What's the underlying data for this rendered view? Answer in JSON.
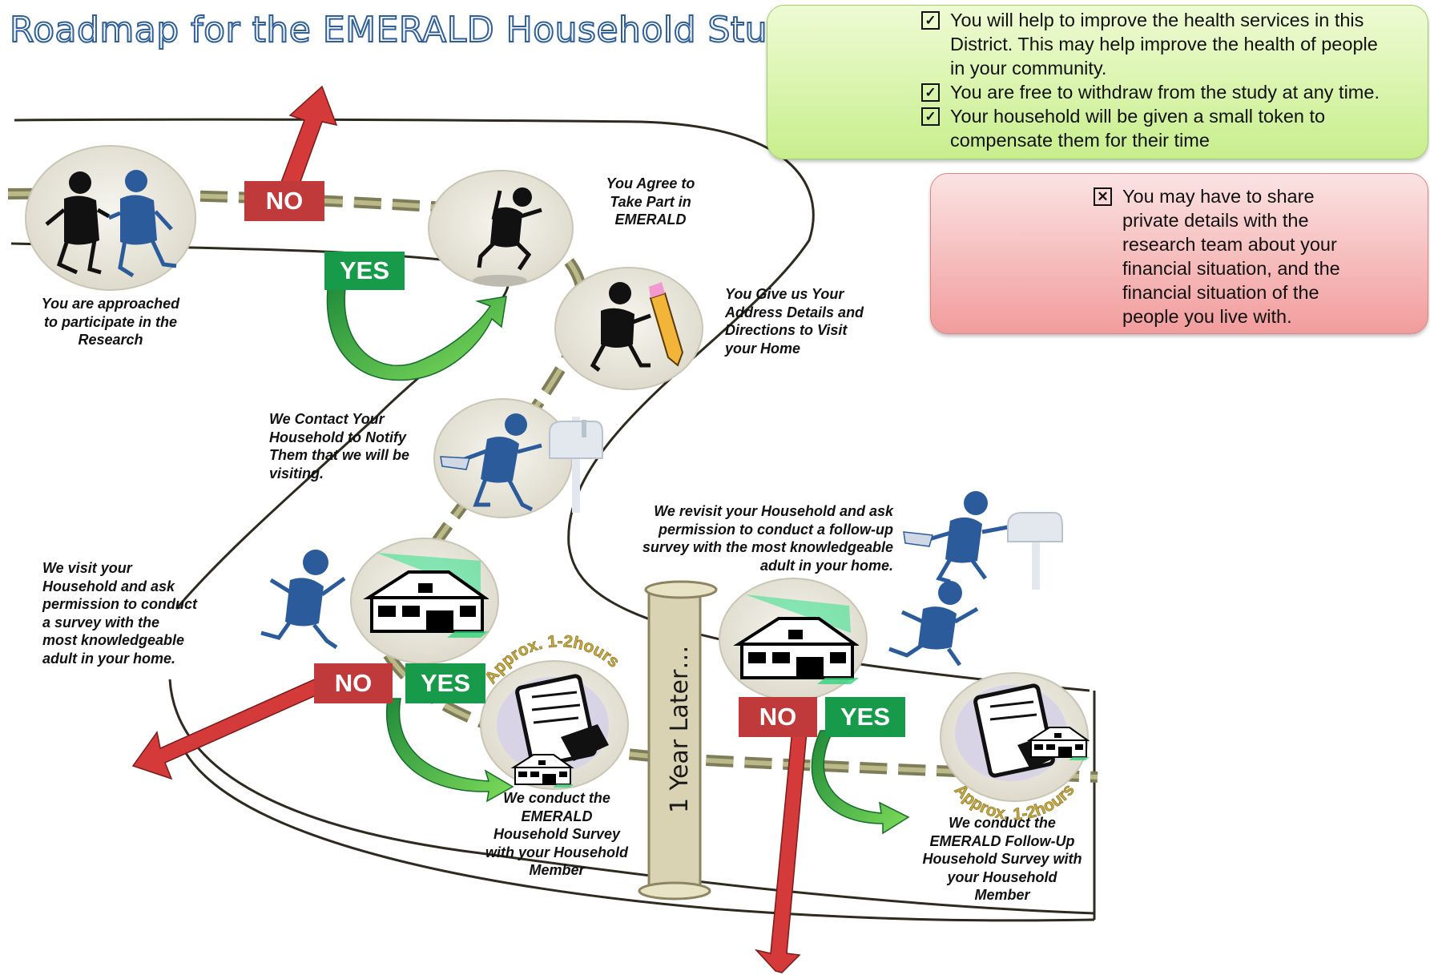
{
  "title": "Roadmap for the EMERALD Household Study",
  "benefits": [
    [
      "You will help to improve the health services in this",
      "District. This may help improve the health of people",
      "in your community."
    ],
    [
      "You are free to withdraw from the study at any time."
    ],
    [
      "Your household will be given a small token to",
      "compensate them for their time"
    ]
  ],
  "risks": [
    [
      "You may have to share",
      "private details with the",
      "research team about your",
      "financial situation, and the",
      "financial situation of the",
      "people you live with."
    ]
  ],
  "steps": {
    "approached": [
      "You are approached",
      "to participate in the",
      "Research"
    ],
    "agree": [
      "You Agree to",
      "Take Part in",
      "EMERALD"
    ],
    "address": [
      "You Give us Your",
      "Address Details and",
      "Directions to Visit",
      "your Home"
    ],
    "contact": [
      "We Contact Your",
      "Household  to Notify",
      "Them that we will be",
      "visiting."
    ],
    "visit": [
      "We visit your",
      "Household and  ask",
      "permission to conduct",
      "a  survey with the",
      "most knowledgeable",
      "adult in your home."
    ],
    "conduct": [
      "We conduct the",
      "EMERALD",
      "Household Survey",
      "with your Household",
      "Member"
    ],
    "revisit": [
      "We revisit your Household and  ask",
      "permission to conduct a follow-up",
      "survey  with the most knowledgeable",
      "adult in your home."
    ],
    "followup": [
      "We conduct the",
      "EMERALD Follow-Up",
      "Household Survey with",
      "your Household",
      "Member"
    ]
  },
  "labels": {
    "no": "NO",
    "yes": "YES",
    "approx": "Approx. 1-2hours",
    "year_later": "1 Year Later…"
  },
  "colors": {
    "title_outline": "#2f5f9a",
    "no_red": "#c0393b",
    "yes_green": "#179a4a",
    "arrow_red": "#d43a3a",
    "arrow_green": "#3fb34a",
    "road": "#8a8a5a",
    "figure_blue": "#2b5b9a"
  }
}
